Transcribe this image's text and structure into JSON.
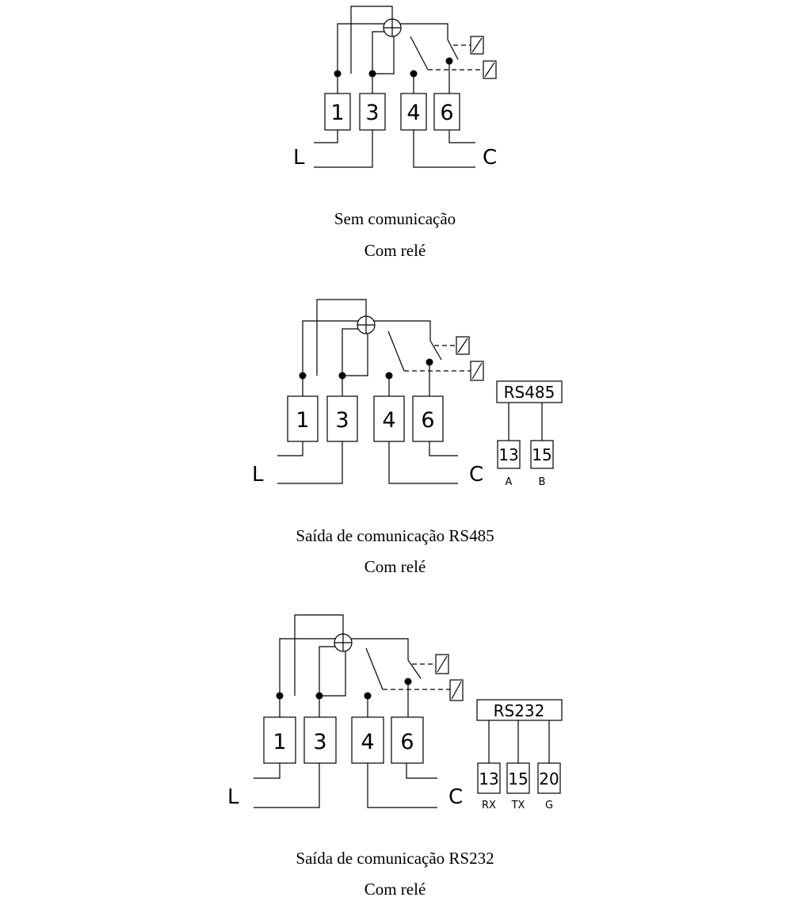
{
  "diagrams": [
    {
      "terminals": [
        "1",
        "3",
        "4",
        "6"
      ],
      "line_label": "L",
      "common_label": "C",
      "title": "Sem comunicação",
      "subtitle": "Com relé"
    },
    {
      "terminals": [
        "1",
        "3",
        "4",
        "6"
      ],
      "line_label": "L",
      "common_label": "C",
      "module": {
        "label": "RS485",
        "terminals": [
          "13",
          "15"
        ],
        "signals": [
          "A",
          "B"
        ]
      },
      "title": "Saída de comunicação RS485",
      "subtitle": "Com relé"
    },
    {
      "terminals": [
        "1",
        "3",
        "4",
        "6"
      ],
      "line_label": "L",
      "common_label": "C",
      "module": {
        "label": "RS232",
        "terminals": [
          "13",
          "15",
          "20"
        ],
        "signals": [
          "RX",
          "TX",
          "G"
        ]
      },
      "title": "Saída de comunicação RS232",
      "subtitle": "Com relé"
    }
  ]
}
